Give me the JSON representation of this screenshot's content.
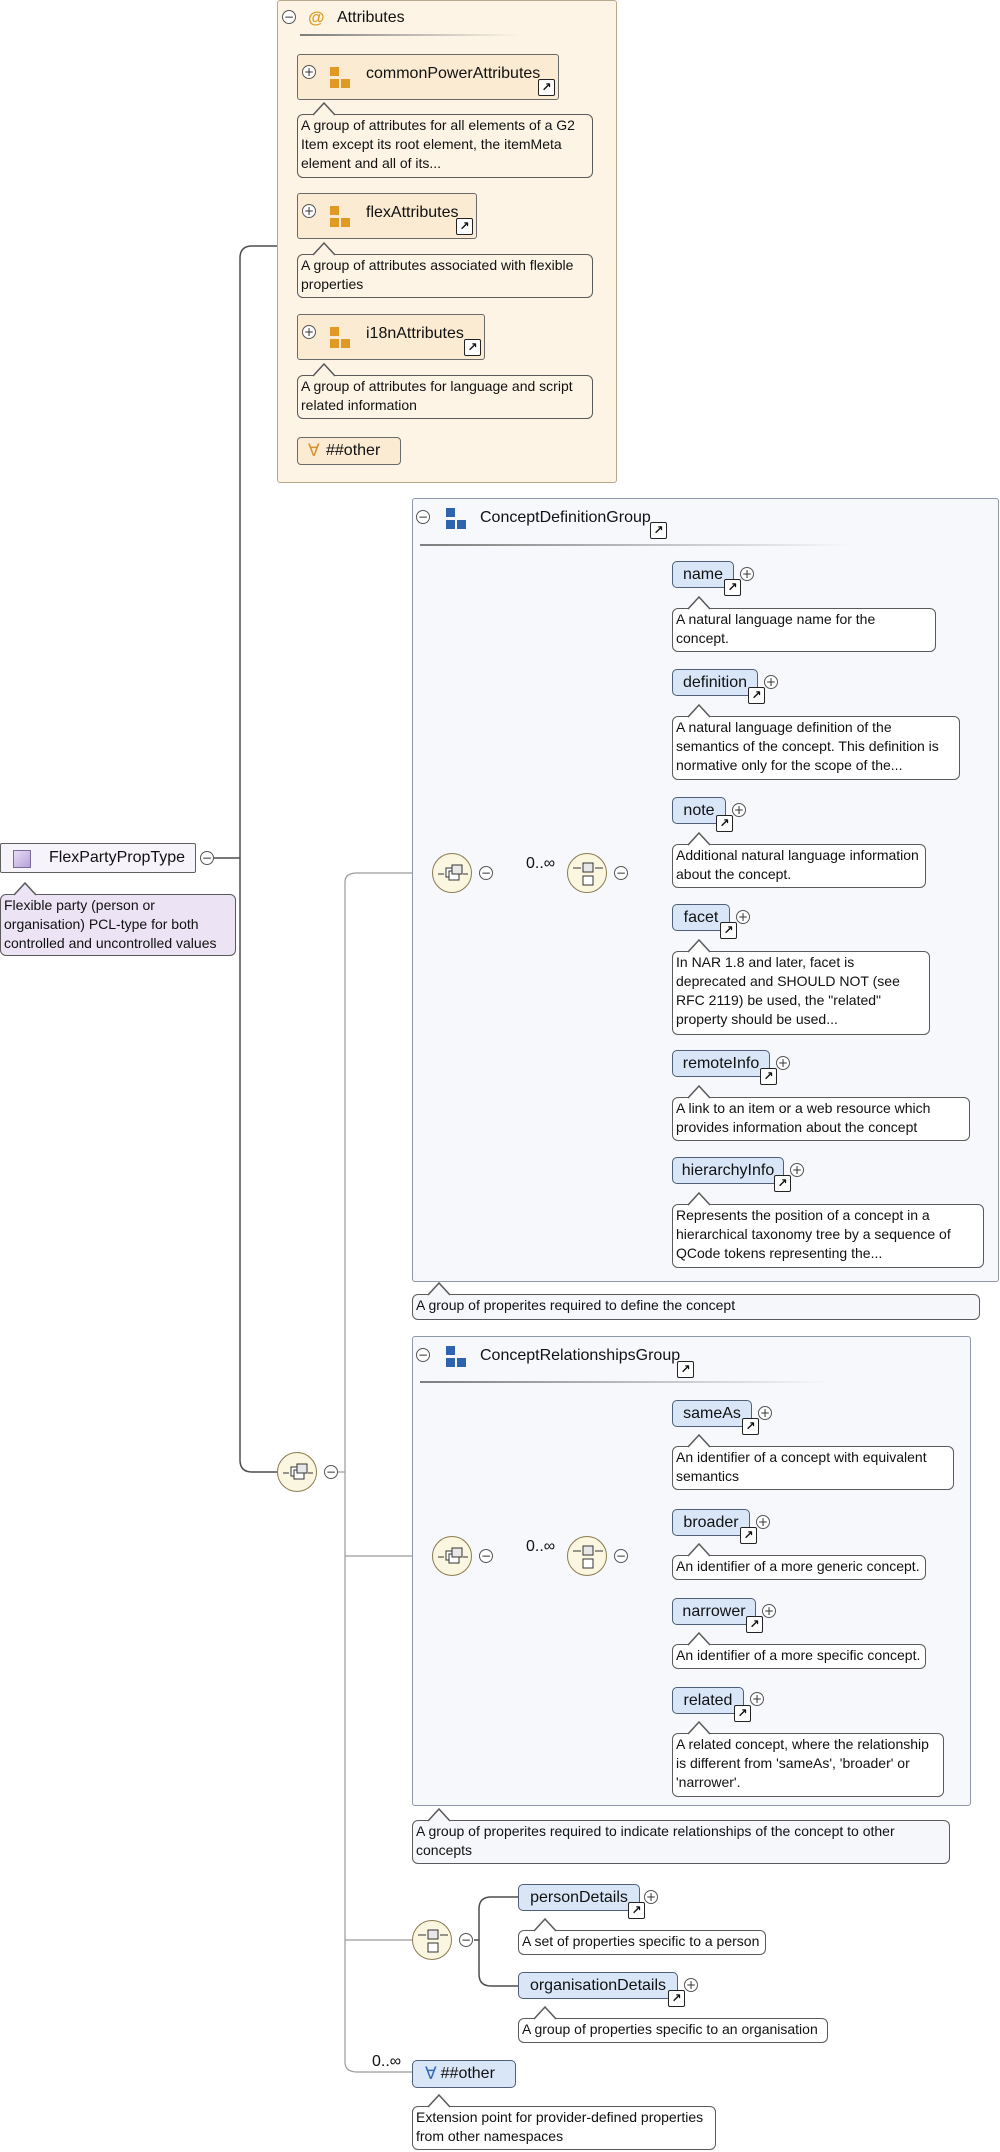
{
  "root": {
    "name": "FlexPartyPropType",
    "doc": "Flexible party (person or organisation) PCL-type for both controlled and uncontrolled values"
  },
  "attributes": {
    "title": "Attributes",
    "groups": [
      {
        "name": "commonPowerAttributes",
        "doc": "A group of attributes for all elements of a G2 Item except its root element, the itemMeta element and all of its..."
      },
      {
        "name": "flexAttributes",
        "doc": "A group of attributes associated with flexible properties"
      },
      {
        "name": "i18nAttributes",
        "doc": "A group of attributes for language and script related information"
      }
    ],
    "any_other": "##other"
  },
  "concept_definition": {
    "title": "ConceptDefinitionGroup",
    "cardinality": "0..∞",
    "elements": [
      {
        "name": "name",
        "doc": "A natural language name for the concept."
      },
      {
        "name": "definition",
        "doc": "A natural language definition of the semantics of the concept. This definition is normative only for the scope of the..."
      },
      {
        "name": "note",
        "doc": "Additional natural language information about the concept."
      },
      {
        "name": "facet",
        "doc": "In NAR 1.8 and later, facet is deprecated and SHOULD NOT (see RFC 2119) be used, the \"related\" property should be used..."
      },
      {
        "name": "remoteInfo",
        "doc": "A link to an item or a web resource which provides information about the concept"
      },
      {
        "name": "hierarchyInfo",
        "doc": "Represents the position of a concept in a hierarchical taxonomy tree by a sequence of QCode tokens representing the..."
      }
    ],
    "doc": "A group of properites required to define the concept"
  },
  "concept_relationships": {
    "title": "ConceptRelationshipsGroup",
    "cardinality": "0..∞",
    "elements": [
      {
        "name": "sameAs",
        "doc": "An identifier of a concept with equivalent semantics"
      },
      {
        "name": "broader",
        "doc": "An identifier of a more generic concept."
      },
      {
        "name": "narrower",
        "doc": "An identifier of a more specific concept."
      },
      {
        "name": "related",
        "doc": "A related concept, where the relationship is different from 'sameAs', 'broader' or 'narrower'."
      }
    ],
    "doc": "A group of properites required to indicate relationships of the concept to other concepts"
  },
  "choice": {
    "elements": [
      {
        "name": "personDetails",
        "doc": "A set of properties specific to a person"
      },
      {
        "name": "organisationDetails",
        "doc": "A group of properties specific to an organisation"
      }
    ]
  },
  "any_element": {
    "label": "##other",
    "cardinality": "0..∞",
    "doc": "Extension point for provider-defined properties from other namespaces"
  },
  "symbols": {
    "collapse": "−",
    "expand": "+",
    "link": "↗",
    "at": "@",
    "forall": "∀"
  },
  "colors": {
    "attr_bg": "#fdf4e6",
    "group_bg": "#f6f8fc",
    "element_bg": "#d9e6f7",
    "compositor_bg": "#fbf6df"
  }
}
